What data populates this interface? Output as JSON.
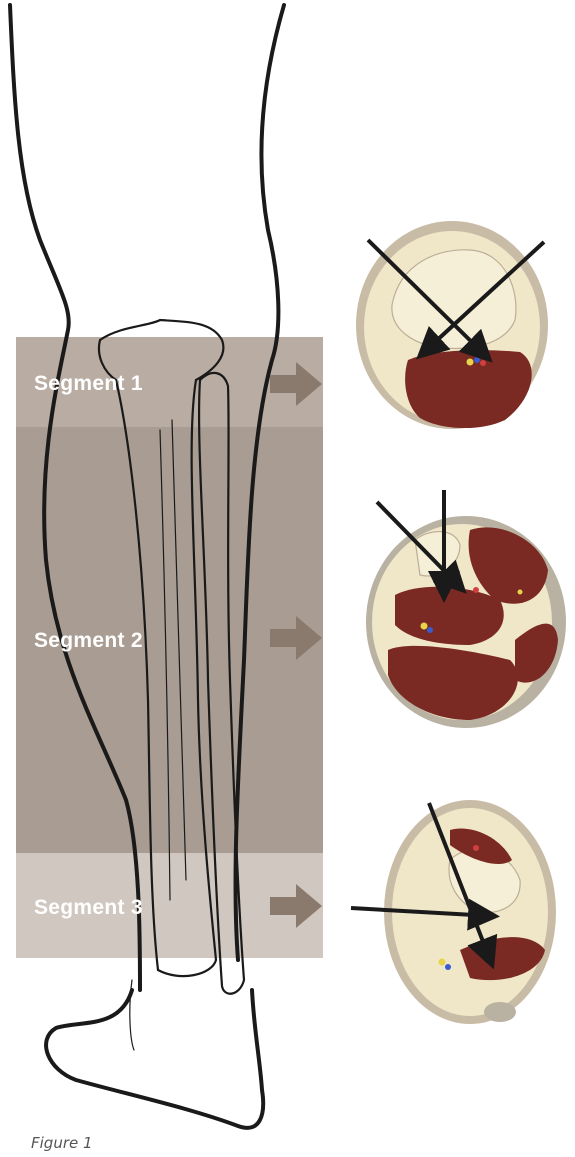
{
  "segments": [
    {
      "label": "Segment 1"
    },
    {
      "label": "Segment 2"
    },
    {
      "label": "Segment 3"
    }
  ],
  "caption": "Figure 1",
  "colors": {
    "band_segment_1": "#b8aca3",
    "band_segment_2": "#a99c92",
    "band_segment_3": "#d0c7c0",
    "arrow": "#8a7a6d",
    "muscle": "#7a2a22",
    "fat": "#f0e6c8",
    "skin": "#c9bca6",
    "pointer": "#1a1a1a"
  }
}
